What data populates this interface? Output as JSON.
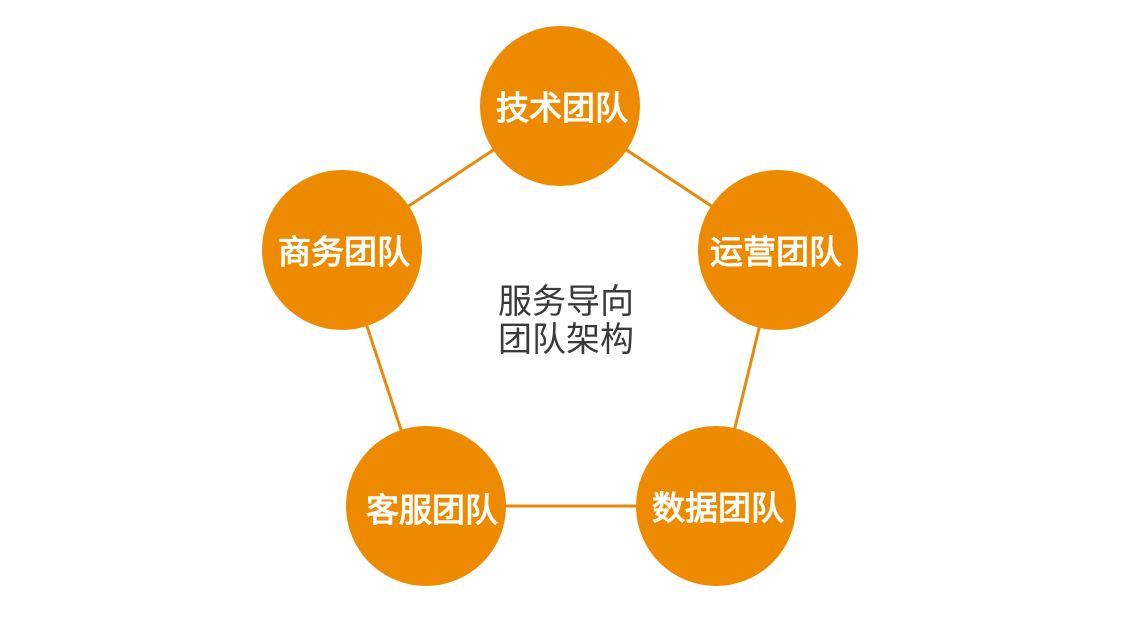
{
  "center": {
    "line1": "服务导向",
    "line2": "团队架构"
  },
  "nodes": {
    "tech": "技术团队",
    "ops": "运营团队",
    "data": "数据团队",
    "cs": "客服团队",
    "biz": "商务团队"
  },
  "colors": {
    "node_fill": "#EE8A00",
    "edge": "#E8890C",
    "node_text": "#FFFFFF",
    "center_text": "#3A3A3A"
  }
}
